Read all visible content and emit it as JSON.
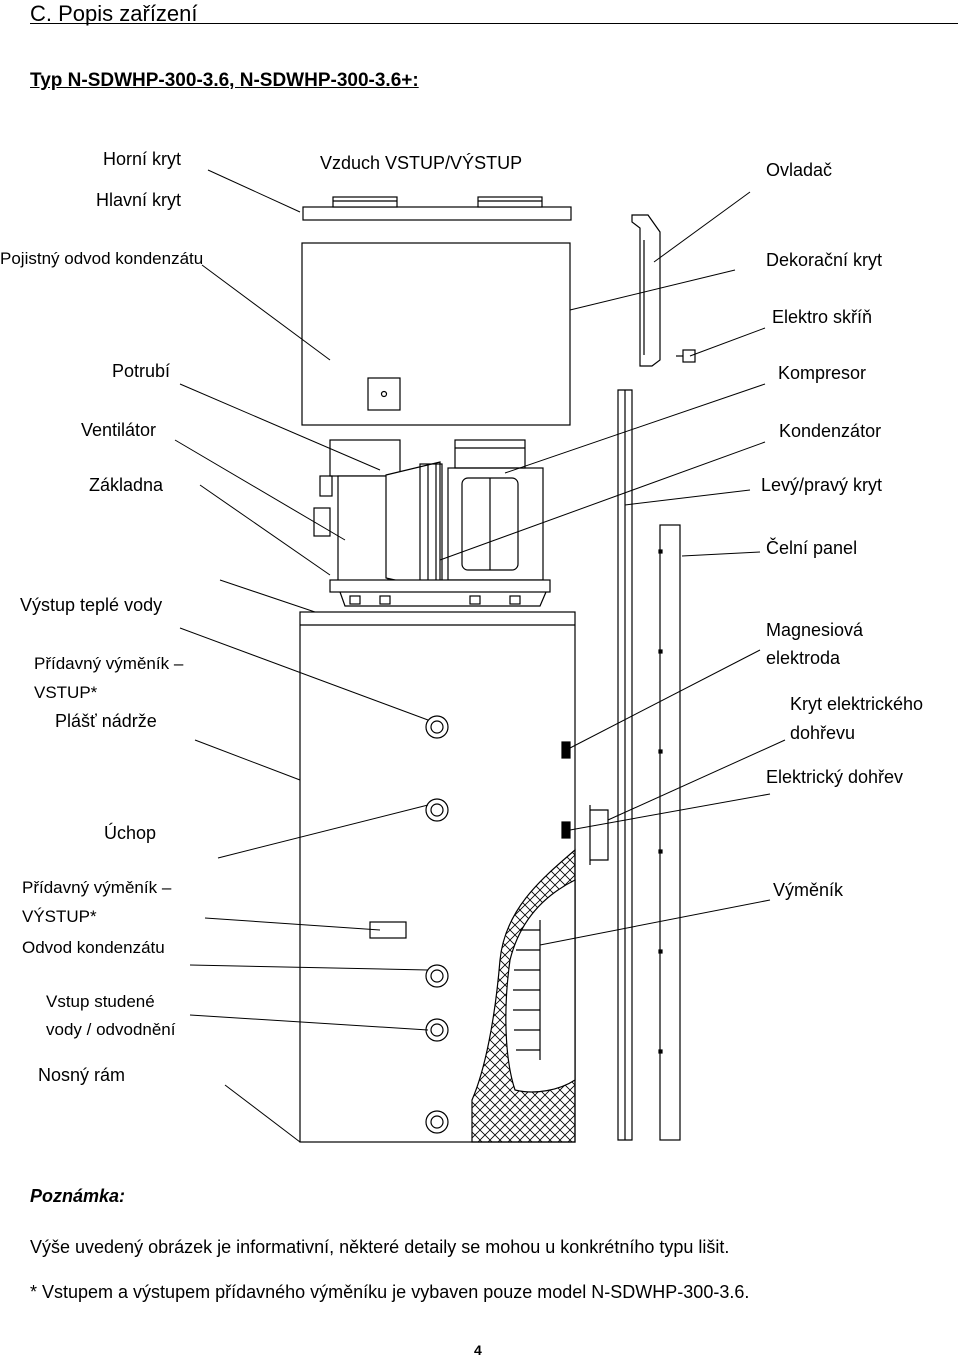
{
  "header": {
    "section_title": "C. Popis zařízení",
    "type_heading": "Typ N-SDWHP-300-3.6, N-SDWHP-300-3.6+:"
  },
  "diagram": {
    "left_labels": {
      "horni_kryt": "Horní kryt",
      "hlavni_kryt": "Hlavní kryt",
      "pojistny_odvod": "Pojistný odvod kondenzátu",
      "potrubi": "Potrubí",
      "ventilator": "Ventilátor",
      "zakladna": "Základna",
      "vystup_teple_vody": "Výstup teplé vody",
      "pridavny_vymenik_vstup_1": "Přídavný výměník –",
      "pridavny_vymenik_vstup_2": "VSTUP*",
      "plast_nadrze": "Plášť nádrže",
      "uchop": "Úchop",
      "pridavny_vymenik_vystup_1": "Přídavný výměník –",
      "pridavny_vymenik_vystup_2": "VÝSTUP*",
      "odvod_kondenzatu": "Odvod kondenzátu",
      "vstup_studene_1": "Vstup studené",
      "vstup_studene_2": "vody / odvodnění",
      "nosny_ram": "Nosný rám"
    },
    "center_labels": {
      "vzduch": "Vzduch VSTUP/VÝSTUP"
    },
    "right_labels": {
      "ovladac": "Ovladač",
      "dekoracni_kryt": "Dekorační kryt",
      "elektro_skrin": "Elektro skříň",
      "kompresor": "Kompresor",
      "kondenzator": "Kondenzátor",
      "levy_pravy_kryt": "Levý/pravý kryt",
      "celni_panel": "Čelní panel",
      "magnesiova_1": "Magnesiová",
      "magnesiova_2": "elektroda",
      "kryt_elektrickeho_1": "Kryt elektrického",
      "kryt_elektrickeho_2": "dohřevu",
      "elektricky_dohrev": "Elektrický dohřev",
      "vymenik": "Výměník"
    }
  },
  "notes": {
    "title": "Poznámka:",
    "line1": "Výše uvedený obrázek je informativní, některé detaily se mohou u konkrétního typu lišit.",
    "line2": "* Vstupem a výstupem přídavného výměníku je vybaven pouze model N-SDWHP-300-3.6."
  },
  "footer": {
    "page_number": "4"
  }
}
